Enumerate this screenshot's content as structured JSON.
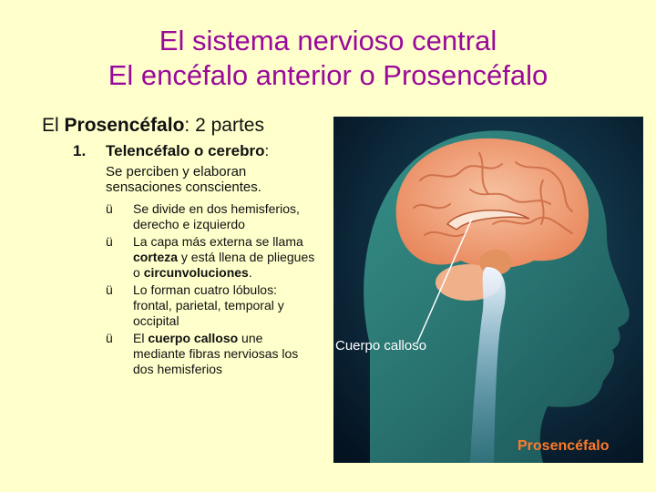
{
  "title": {
    "line1": "El sistema nervioso central",
    "line2": "El encéfalo anterior o Prosencéfalo"
  },
  "heading": {
    "prefix": "El ",
    "bold": "Prosencéfalo",
    "suffix": ": 2 partes"
  },
  "item1": {
    "number": "1.",
    "label": "Telencéfalo o cerebro",
    "colon": ":",
    "description": "Se perciben y elaboran sensaciones conscientes."
  },
  "bullets": [
    {
      "text": "Se divide en dos hemisferios, derecho e izquierdo"
    },
    {
      "before": "La capa más externa se llama ",
      "bold1": "corteza",
      "middle": " y está llena de pliegues o ",
      "bold2": "circunvoluciones",
      "after": "."
    },
    {
      "text": "Lo forman cuatro lóbulos: frontal, parietal, temporal y occipital"
    },
    {
      "before": "El ",
      "bold1": "cuerpo calloso",
      "after": " une mediante fibras nerviosas los dos hemisferios"
    }
  ],
  "check_glyph": "ü",
  "figure": {
    "label_callosum": "Cuerpo calloso",
    "label_prosencephalon": "Prosencéfalo",
    "colors": {
      "background_dark": "#071a2c",
      "head": "#2f7f7a",
      "brain": "#f2a07a",
      "label_orange": "#ff7a2a",
      "label_white": "#ffffff"
    }
  }
}
